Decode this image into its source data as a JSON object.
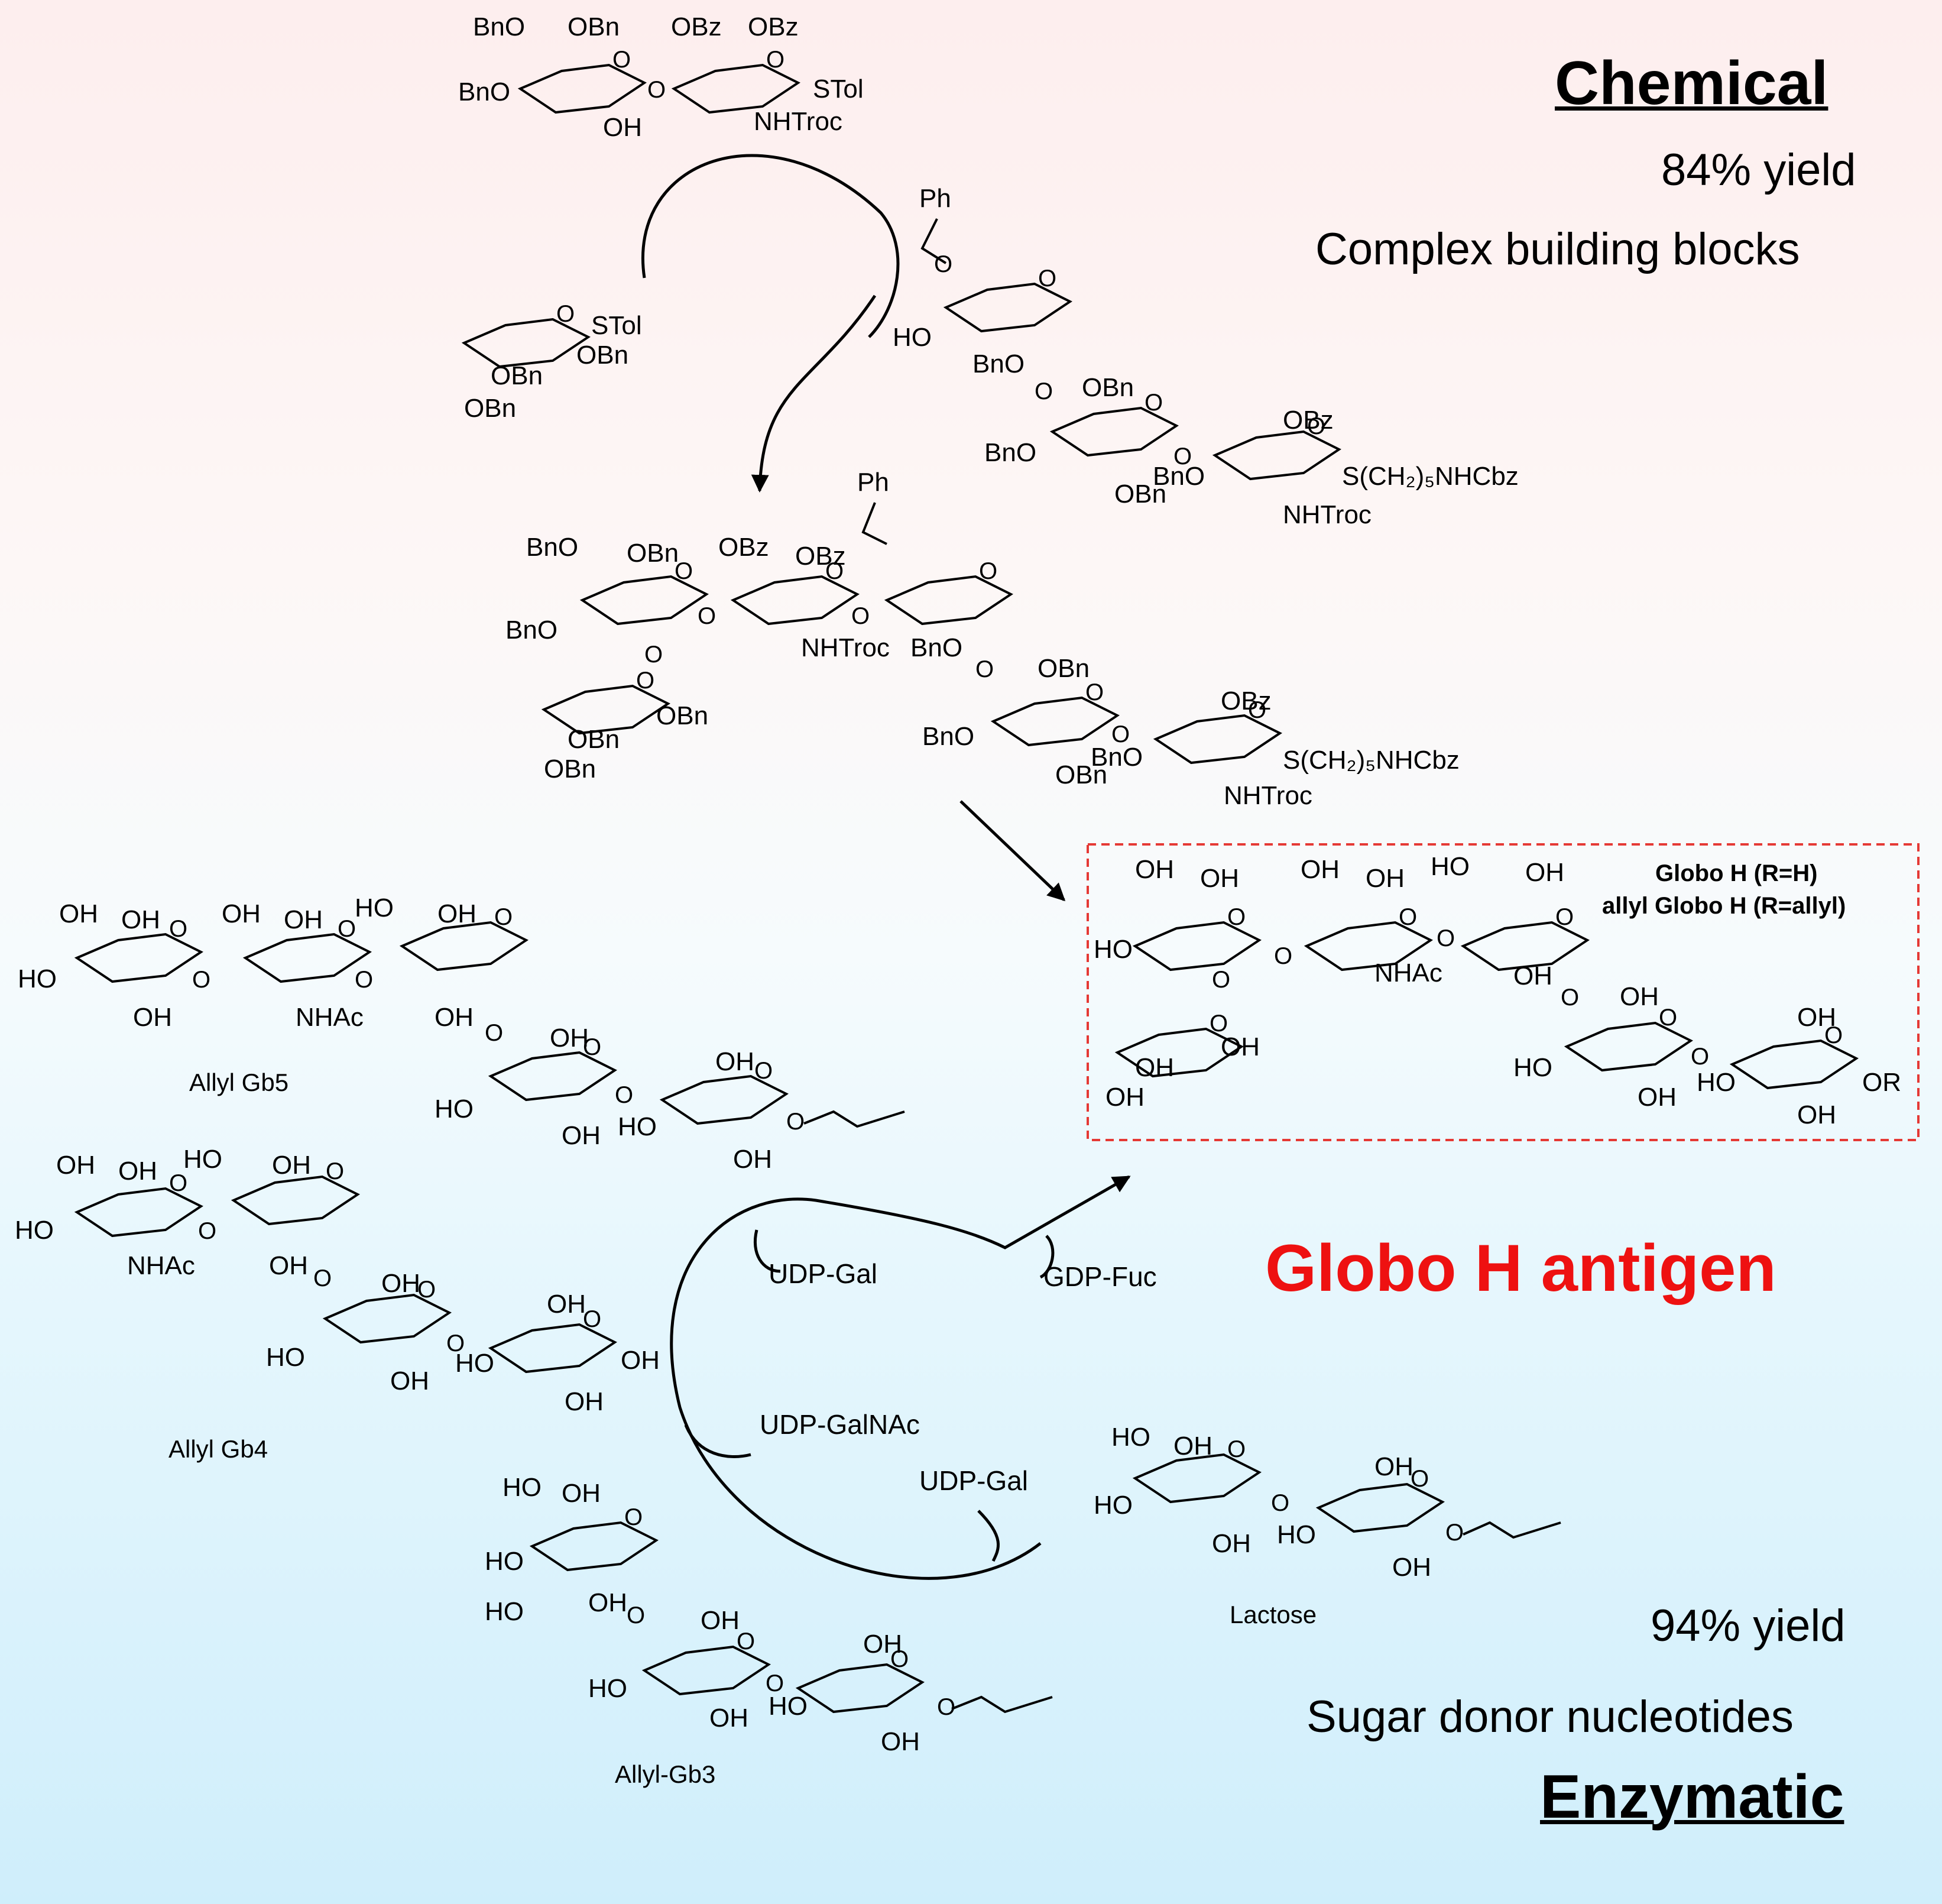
{
  "panel_chemical": {
    "title": "Chemical",
    "yield": "84% yield",
    "note": "Complex building blocks"
  },
  "panel_enzymatic": {
    "title": "Enzymatic",
    "yield": "94% yield",
    "note": "Sugar donor nucleotides"
  },
  "center_title": "Globo H antigen",
  "product_box": {
    "line1": "Globo H (R=H)",
    "line2": "allyl Globo H (R=allyl)",
    "border_color": "#e53935"
  },
  "compounds": {
    "gb5": "Allyl Gb5",
    "gb4": "Allyl Gb4",
    "gb3": "Allyl-Gb3",
    "lactose": "Lactose"
  },
  "reagents": {
    "udp_gal_1": "UDP-Gal",
    "gdp_fuc": "GDP-Fuc",
    "udp_galnac": "UDP-GalNAc",
    "udp_gal_2": "UDP-Gal"
  },
  "groups": {
    "OH": "OH",
    "HO": "HO",
    "OBn": "OBn",
    "BnO": "BnO",
    "OBz": "OBz",
    "NHTroc": "NHTroc",
    "NHAc": "NHAc",
    "STol": "STol",
    "Ph": "Ph",
    "O": "O",
    "OR": "OR",
    "linker": "S(CH₂)₅NHCbz"
  },
  "colors": {
    "background_top": "#fdeeee",
    "background_bottom": "#cfeefb",
    "accent_red": "#ee1111"
  }
}
